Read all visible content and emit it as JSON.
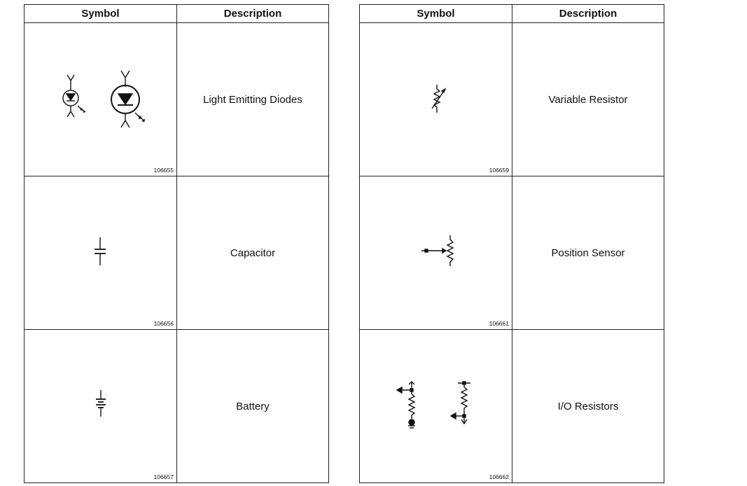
{
  "headers": {
    "symbol": "Symbol",
    "description": "Description"
  },
  "left_rows": [
    {
      "code": "106655",
      "description": "Light Emitting Diodes",
      "symbol_icon": "led-icon"
    },
    {
      "code": "106656",
      "description": "Capacitor",
      "symbol_icon": "capacitor-icon"
    },
    {
      "code": "106657",
      "description": "Battery",
      "symbol_icon": "battery-icon"
    }
  ],
  "right_rows": [
    {
      "code": "106659",
      "description": "Variable Resistor",
      "symbol_icon": "variable-resistor-icon"
    },
    {
      "code": "106661",
      "description": "Position Sensor",
      "symbol_icon": "position-sensor-icon"
    },
    {
      "code": "106662",
      "description": "I/O Resistors",
      "symbol_icon": "io-resistors-icon"
    }
  ]
}
